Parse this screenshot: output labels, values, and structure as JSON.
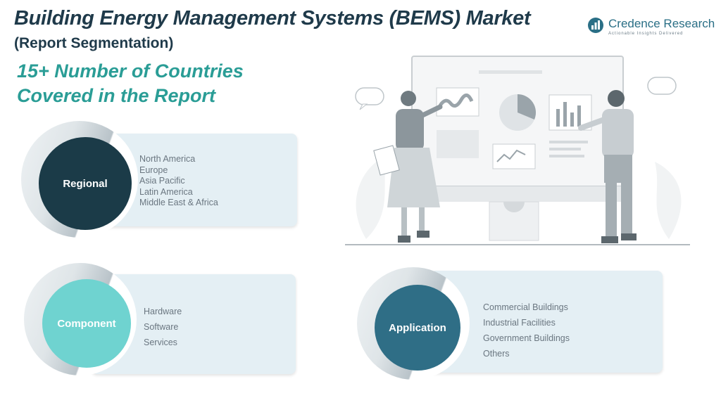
{
  "header": {
    "title": "Building Energy Management Systems (BEMS) Market",
    "subtitle": "(Report Segmentation)",
    "countries_line1": "15+ Number of Countries",
    "countries_line2": "Covered in the Report"
  },
  "logo": {
    "name": "Credence Research",
    "tagline": "Actionable Insights Delivered",
    "icon": "bar-chart-icon"
  },
  "segments": {
    "regional": {
      "label": "Regional",
      "color": "#1b3b48",
      "items": [
        "North America",
        "Europe",
        "Asia Pacific",
        "Latin America",
        "Middle East & Africa"
      ]
    },
    "component": {
      "label": "Component",
      "color": "#6fd3d0",
      "items": [
        "Hardware",
        "Software",
        "Services"
      ]
    },
    "application": {
      "label": "Application",
      "color": "#2f6e86",
      "items": [
        "Commercial Buildings",
        "Industrial Facilities",
        "Government Buildings",
        "Others"
      ]
    }
  },
  "colors": {
    "title": "#1f3a4a",
    "accent": "#2a9d96",
    "panel": "#e4eff4"
  }
}
